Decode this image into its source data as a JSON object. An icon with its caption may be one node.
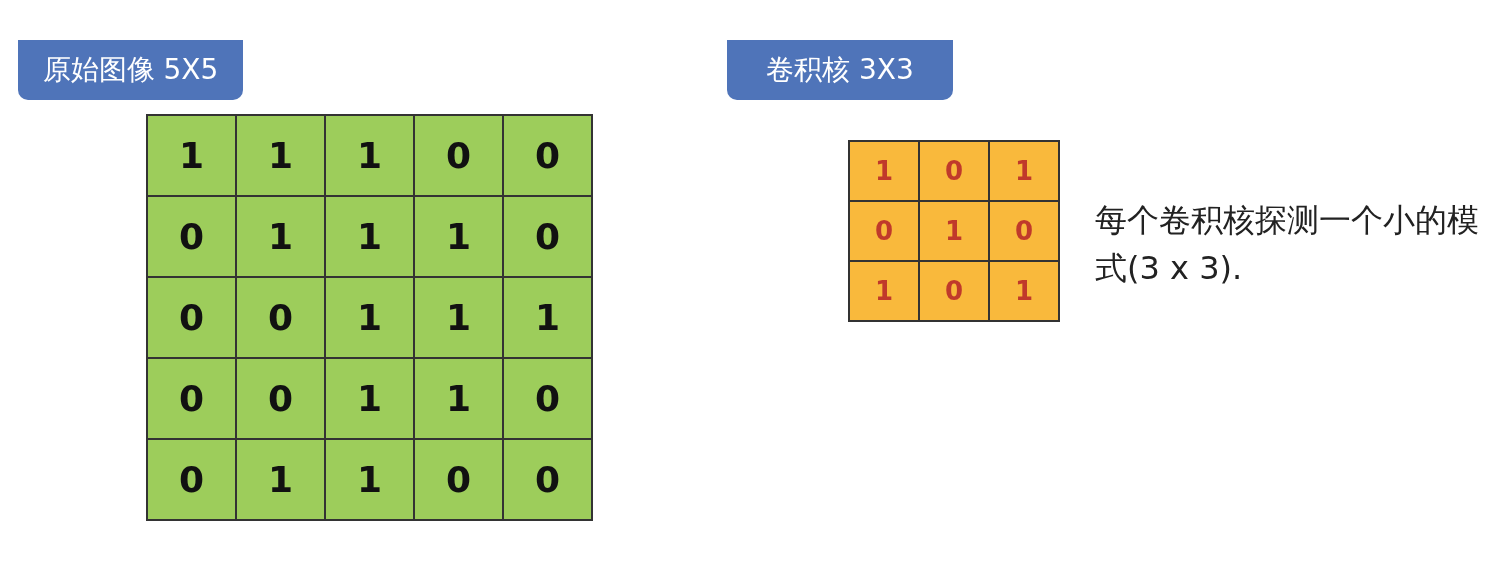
{
  "diagram": {
    "nodes": [
      {
        "text": [
          "原始图像 5X5"
        ]
      },
      {
        "text": [
          "卷积核 3X3"
        ]
      }
    ],
    "labels": [
      "1",
      "1",
      "1",
      "0",
      "0",
      "0",
      "1",
      "1",
      "1",
      "0",
      "0",
      "0",
      "1",
      "1",
      "1",
      "0",
      "0",
      "1",
      "1",
      "0",
      "0",
      "1",
      "1",
      "0",
      "0",
      "1",
      "0",
      "1",
      "0",
      "1",
      "0",
      "1",
      "0",
      "1",
      "每个卷积核探测一个小的模式(3 x 3)."
    ]
  }
}
